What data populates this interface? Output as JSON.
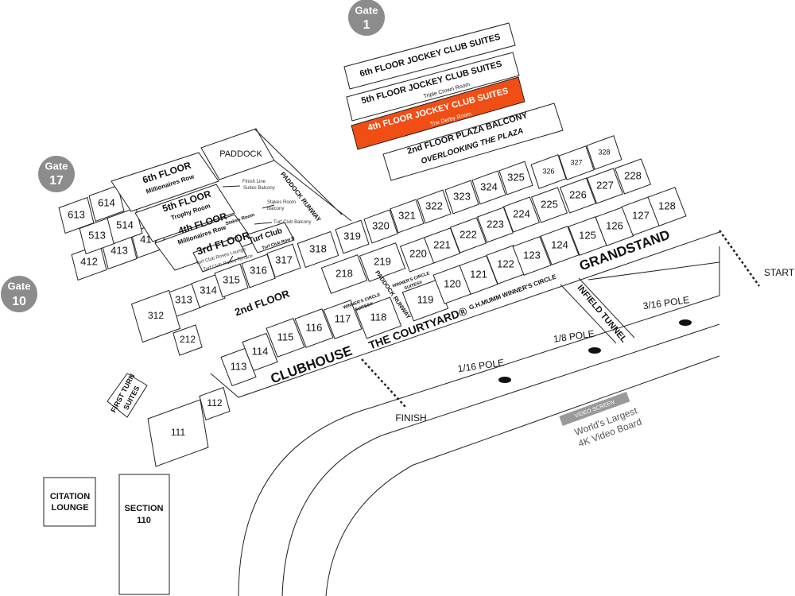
{
  "colors": {
    "highlight": "#f04e14",
    "gate": "#8c8c8c",
    "video": "#9a9a9a",
    "line": "#222222"
  },
  "gates": [
    {
      "label": "Gate",
      "num": "1"
    },
    {
      "label": "Gate",
      "num": "17"
    },
    {
      "label": "Gate",
      "num": "10"
    }
  ],
  "suites": {
    "sixth": "6th FLOOR JOCKEY CLUB SUITES",
    "fifth": "5th FLOOR JOCKEY CLUB SUITES",
    "fifth_sub": "Triple Crown Room",
    "fourth": "4th FLOOR JOCKEY CLUB SUITES",
    "fourth_sub": "The Derby Room",
    "fourth_selected": true,
    "plaza": "2nd FLOOR PLAZA BALCONY",
    "plaza_sub": "OVERLOOKING THE PLAZA"
  },
  "floors": {
    "paddock": "PADDOCK",
    "paddock_runway": "PADDOCK RUNWAY",
    "sixth": "6th FLOOR",
    "sixth_sub": "Millionaires Row",
    "fifth": "5th FLOOR",
    "fifth_sub": "Trophy Room",
    "fourth": "4th FLOOR",
    "fourth_sub": "Millionaires Row",
    "stakes_room": "Stakes Room",
    "third": "3rd FLOOR",
    "turf_club": "Turf Club",
    "turf_club_row_b": "Turf Club Row B",
    "finish_line_balcony": [
      "Finish Line",
      "Suites Balcony"
    ],
    "stakes_balcony": [
      "Stakes Room",
      "Balcony"
    ],
    "turf_balcony": "Turf Club Balcony",
    "roses_lounge": "Turf Club Roses Lounge",
    "roses_terrace": "Turf Club Roses Terrace",
    "second": "2nd FLOOR"
  },
  "sections": {
    "row100": [
      "113",
      "114",
      "115",
      "116",
      "117",
      "118",
      "119",
      "120",
      "121",
      "122",
      "123",
      "124",
      "125",
      "126",
      "127",
      "128"
    ],
    "row200": [
      "218",
      "219",
      "220",
      "221",
      "222",
      "223",
      "224",
      "225",
      "226",
      "227",
      "228"
    ],
    "row300": [
      "313",
      "314",
      "315",
      "316",
      "317",
      "318",
      "319",
      "320",
      "321",
      "322",
      "323",
      "324",
      "325",
      "326",
      "327",
      "328"
    ],
    "left": [
      "412",
      "413",
      "414",
      "513",
      "514",
      "613",
      "614"
    ],
    "other": [
      "312",
      "212",
      "112",
      "111"
    ]
  },
  "labels": {
    "grandstand": "GRANDSTAND",
    "clubhouse": "CLUBHOUSE",
    "courtyard": "THE COURTYARD®",
    "winners_circle": "G.H.MUMM WINNER'S CIRCLE",
    "winners_suites": [
      "WINNER'S CIRCLE",
      "SUITES®"
    ],
    "paddock_runway": "PADDOCK RUNWAY",
    "infield_tunnel": "INFIELD TUNNEL",
    "start": "START",
    "finish": "FINISH",
    "pole_316": "3/16 POLE",
    "pole_18": "1/8 POLE",
    "pole_116": "1/16 POLE",
    "video_screen": "VIDEO SCREEN",
    "video_line1": "World's Largest",
    "video_line2": "4K Video Board",
    "first_turn": [
      "FIRST TURN",
      "SUITES"
    ],
    "citation": [
      "CITATION",
      "LOUNGE"
    ],
    "section110": [
      "SECTION",
      "110"
    ]
  }
}
